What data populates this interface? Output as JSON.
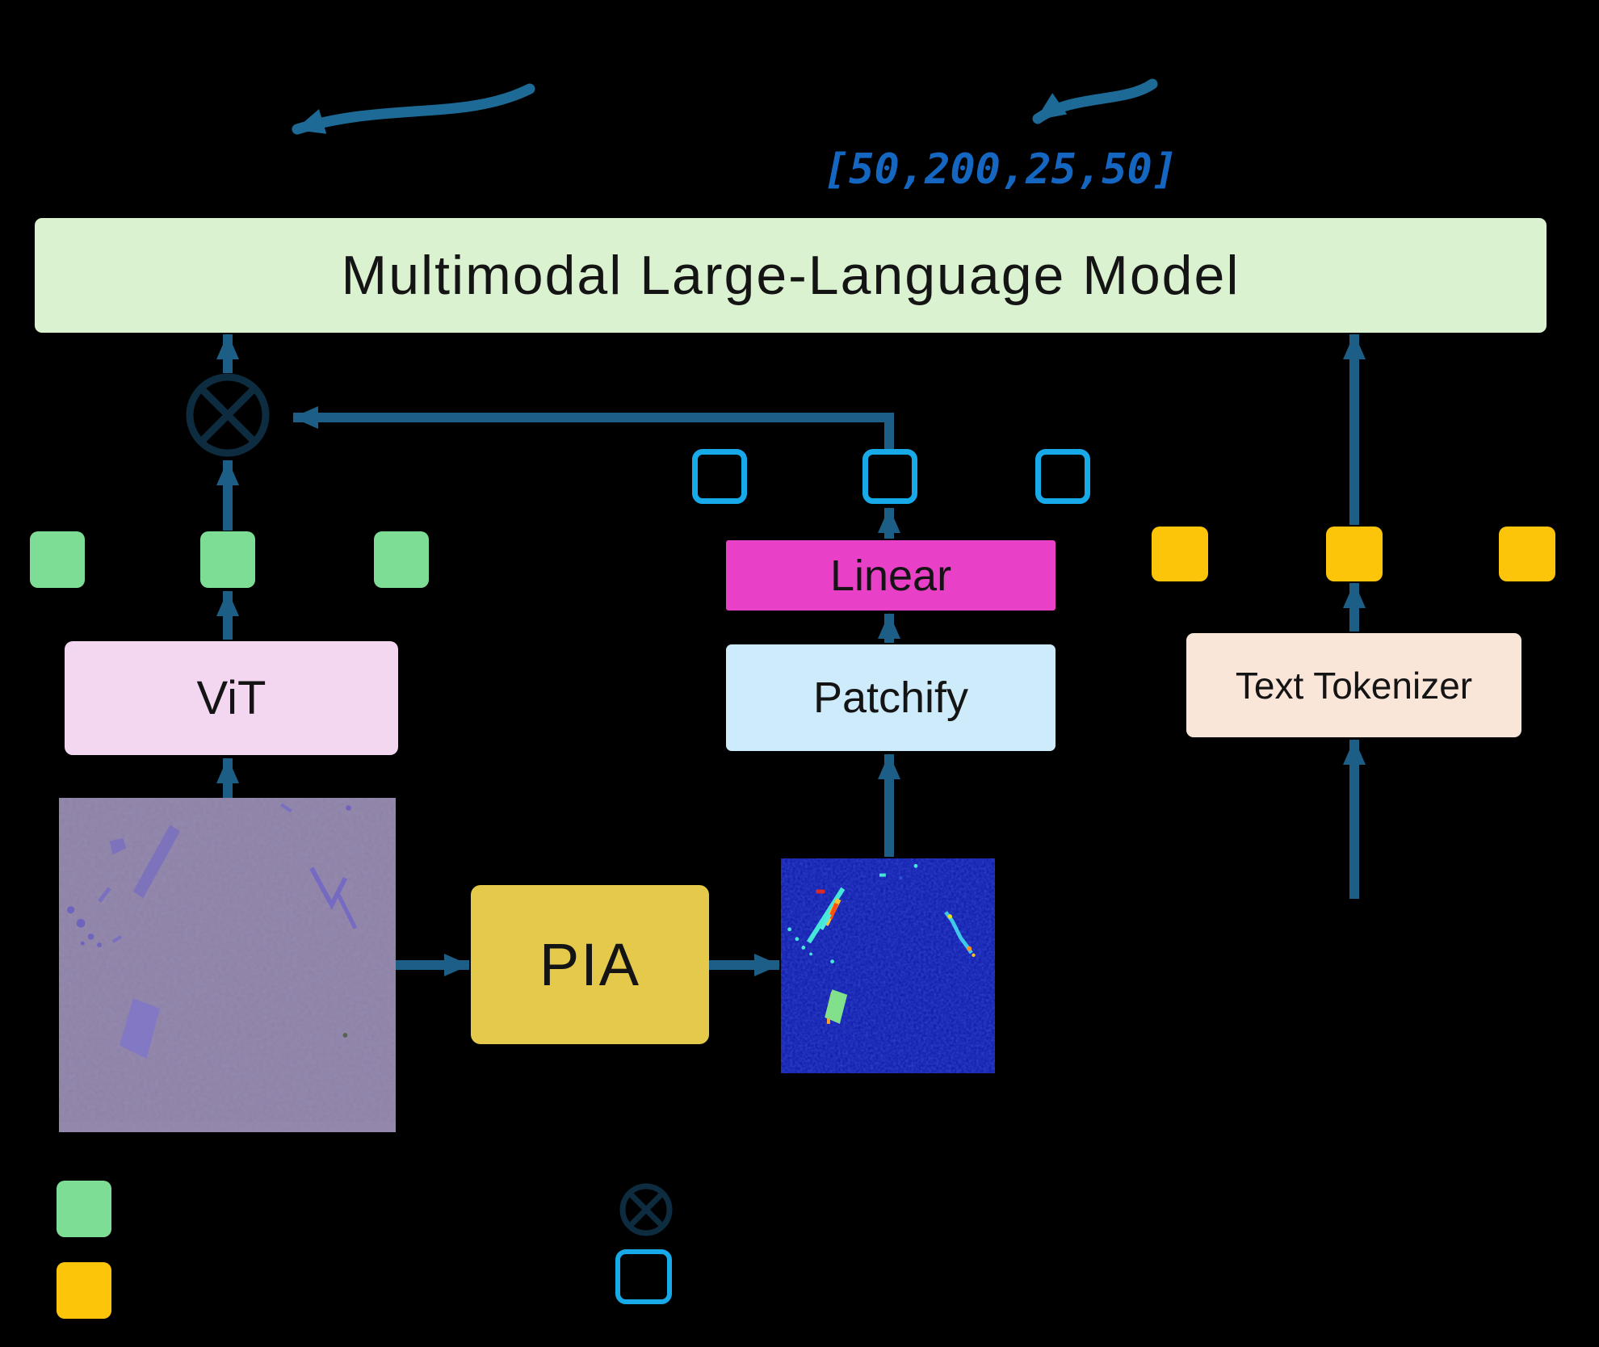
{
  "title_box": {
    "label": "Multimodal Large-Language Model"
  },
  "annotation": {
    "code_text": "[50,200,25,50]"
  },
  "boxes": {
    "vit": {
      "label": "ViT"
    },
    "pia": {
      "label": "PIA"
    },
    "patchify": {
      "label": "Patchify"
    },
    "linear": {
      "label": "Linear"
    },
    "tokenizer": {
      "label": "Text Tokenizer"
    }
  },
  "icons": {
    "multiply_node": "circled-times-operator",
    "curved_arrow_left": "hand-drawn-arrow-pointing-left",
    "curved_arrow_right": "hand-drawn-arrow-pointing-left"
  },
  "tokens": {
    "image_tokens": {
      "count": 3,
      "color": "#7EDD94"
    },
    "text_tokens": {
      "count": 3,
      "color": "#FCC50A"
    },
    "flake_token_slots": {
      "count": 3,
      "color": "#18A9E9"
    }
  },
  "legend": {
    "items": [
      {
        "name": "image-token-swatch",
        "color": "#7EDD94"
      },
      {
        "name": "text-token-swatch",
        "color": "#FCC50A"
      },
      {
        "name": "multiply-symbol",
        "color": "#0D2C3F"
      },
      {
        "name": "flake-token-slot-swatch",
        "color": "#18A9E9"
      }
    ]
  },
  "colors": {
    "background": "#000000",
    "mllm_fill": "#DBF2D1",
    "arrow": "#1D5E86",
    "curved_arrow": "#1E6A96",
    "multiply_node": "#0D2C3F",
    "code_text": "#1566C1",
    "magenta": "#E840C6",
    "patchify_fill": "#CDEBFA",
    "vit_fill": "#F3D6EF",
    "tokenizer_fill": "#FAE5D9",
    "pia_fill": "#E4C94B",
    "microscopy_base": "#8C80A6",
    "heatmap_base": "#0A15A4"
  }
}
